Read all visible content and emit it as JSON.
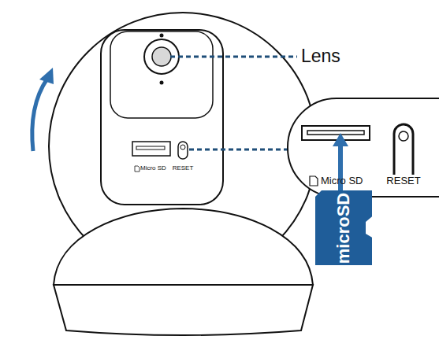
{
  "diagram": {
    "nodes": [
      {
        "text": [
          "microSD"
        ]
      }
    ],
    "labels": [
      "Lens",
      "Micro SD",
      "RESET",
      "Micro SD",
      "RESET"
    ]
  }
}
